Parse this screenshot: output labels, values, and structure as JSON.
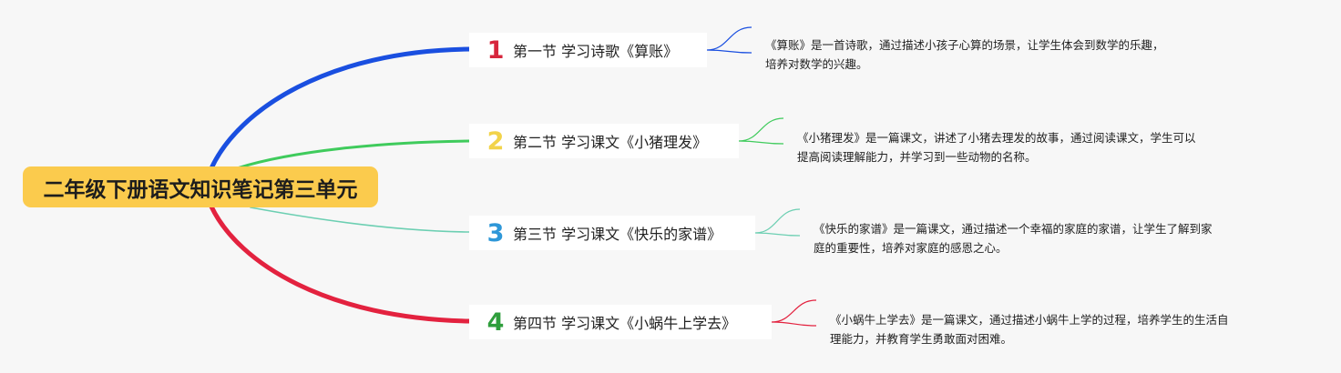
{
  "central_topic": "二年级下册语文知识笔记第三单元",
  "sections": [
    {
      "number": "1",
      "title": "第一节 学习诗歌《算账》",
      "color": "#1a4fe0",
      "number_color": "#d7263d",
      "desc_lines": [
        "《算账》是一首诗歌，通过描述小孩子心算的场景，让学生体会到数学的乐趣，",
        "培养对数学的兴趣。"
      ]
    },
    {
      "number": "2",
      "title": "第二节 学习课文《小猪理发》",
      "color": "#3fcb5c",
      "number_color": "#f2d34a",
      "desc_lines": [
        "《小猪理发》是一篇课文，讲述了小猪去理发的故事，通过阅读课文，学生可以",
        "提高阅读理解能力，并学习到一些动物的名称。"
      ]
    },
    {
      "number": "3",
      "title": "第三节 学习课文《快乐的家谱》",
      "color": "#6ccfb2",
      "number_color": "#2e97d8",
      "desc_lines": [
        "《快乐的家谱》是一篇课文，通过描述一个幸福的家庭的家谱，让学生了解到家",
        "庭的重要性，培养对家庭的感恩之心。"
      ]
    },
    {
      "number": "4",
      "title": "第四节 学习课文《小蜗牛上学去》",
      "color": "#e3223f",
      "number_color": "#2f9e3c",
      "desc_lines": [
        "《小蜗牛上学去》是一篇课文，通过描述小蜗牛上学的过程，培养学生的生活自",
        "理能力，并教育学生勇敢面对困难。"
      ]
    }
  ]
}
